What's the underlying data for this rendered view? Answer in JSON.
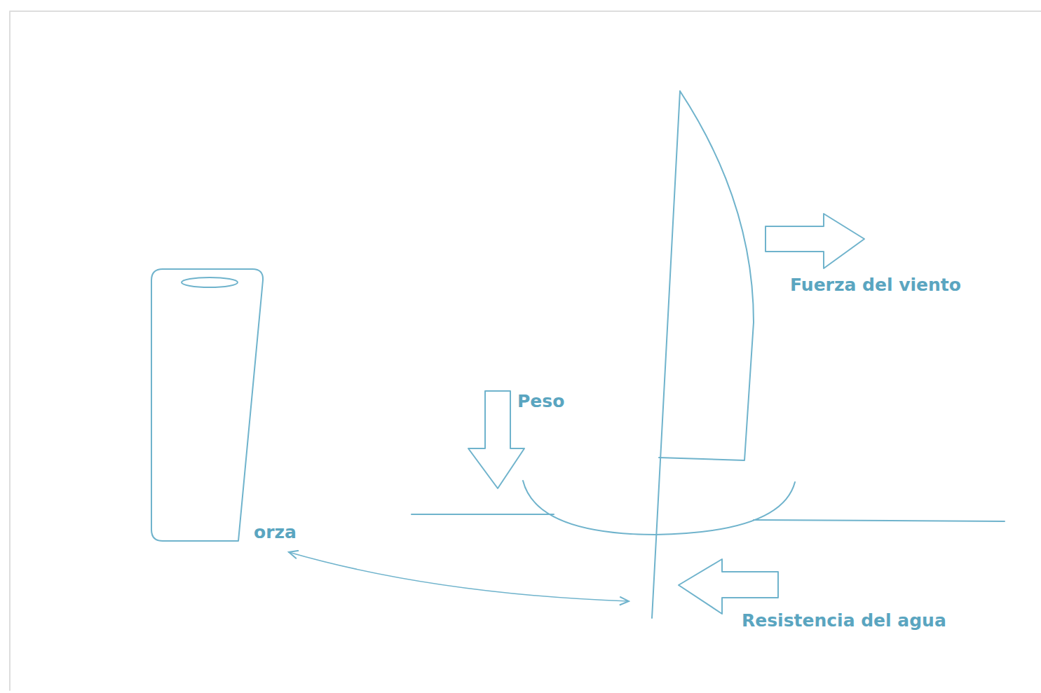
{
  "diagram": {
    "labels": [
      "Fuerza del viento",
      "Peso",
      "orza",
      "Resistencia del agua"
    ]
  }
}
